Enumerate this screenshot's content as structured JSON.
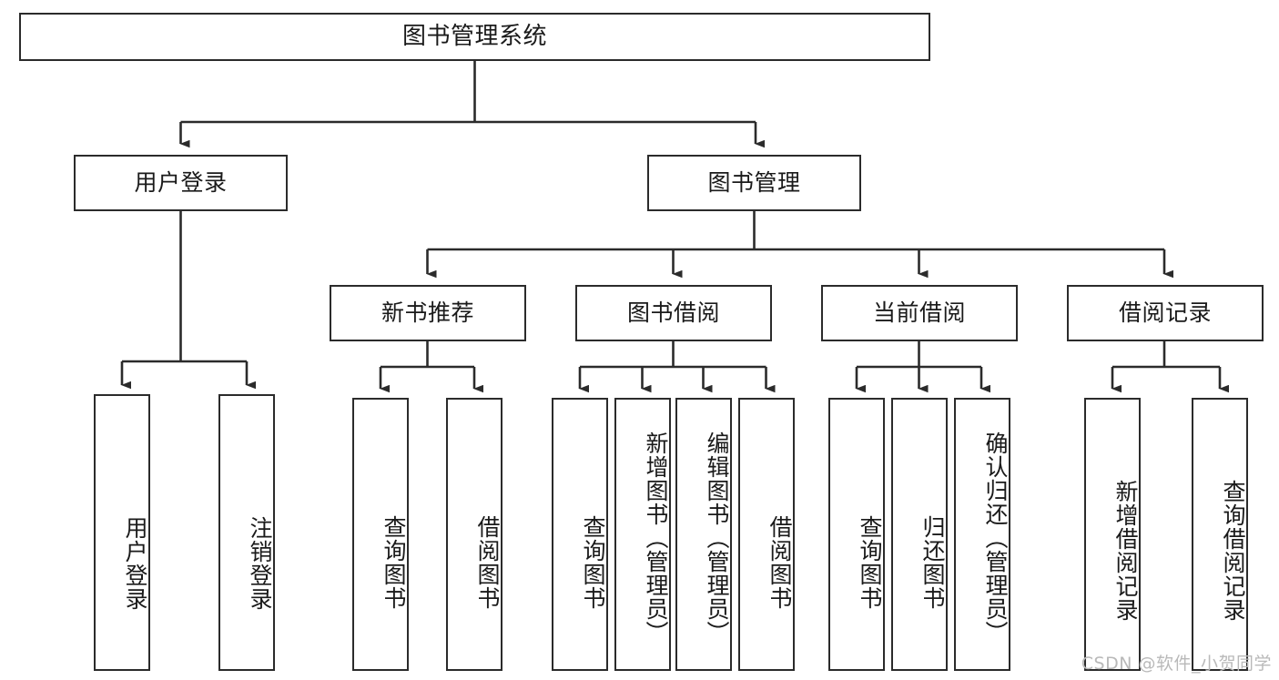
{
  "diagram": {
    "title": "图书管理系统",
    "type": "tree-hierarchy-chart",
    "orientation": "top-down",
    "colors": {
      "box_border": "#2b2b2b",
      "box_fill": "#ffffff",
      "edge": "#2b2b2b",
      "text": "#1a1a1a",
      "watermark": "#b9b9b9",
      "background": "#ffffff"
    },
    "root": {
      "label": "图书管理系统"
    },
    "level2": [
      {
        "label": "用户登录"
      },
      {
        "label": "图书管理"
      }
    ],
    "level3": [
      {
        "label": "新书推荐"
      },
      {
        "label": "图书借阅"
      },
      {
        "label": "当前借阅"
      },
      {
        "label": "借阅记录"
      }
    ],
    "leaves": {
      "user_login": [
        {
          "label": "用户登录"
        },
        {
          "label": "注销登录"
        }
      ],
      "new_book_recommend": [
        {
          "label": "查询图书"
        },
        {
          "label": "借阅图书"
        }
      ],
      "book_borrow": [
        {
          "label": "查询图书"
        },
        {
          "label": "新增图书（管理员）"
        },
        {
          "label": "编辑图书（管理员）"
        },
        {
          "label": "借阅图书"
        }
      ],
      "current_borrow": [
        {
          "label": "查询图书"
        },
        {
          "label": "归还图书"
        },
        {
          "label": "确认归还（管理员）"
        }
      ],
      "borrow_record": [
        {
          "label": "新增借阅记录"
        },
        {
          "label": "查询借阅记录"
        }
      ]
    }
  },
  "watermark": {
    "text": "CSDN @软件_小贺同学"
  }
}
